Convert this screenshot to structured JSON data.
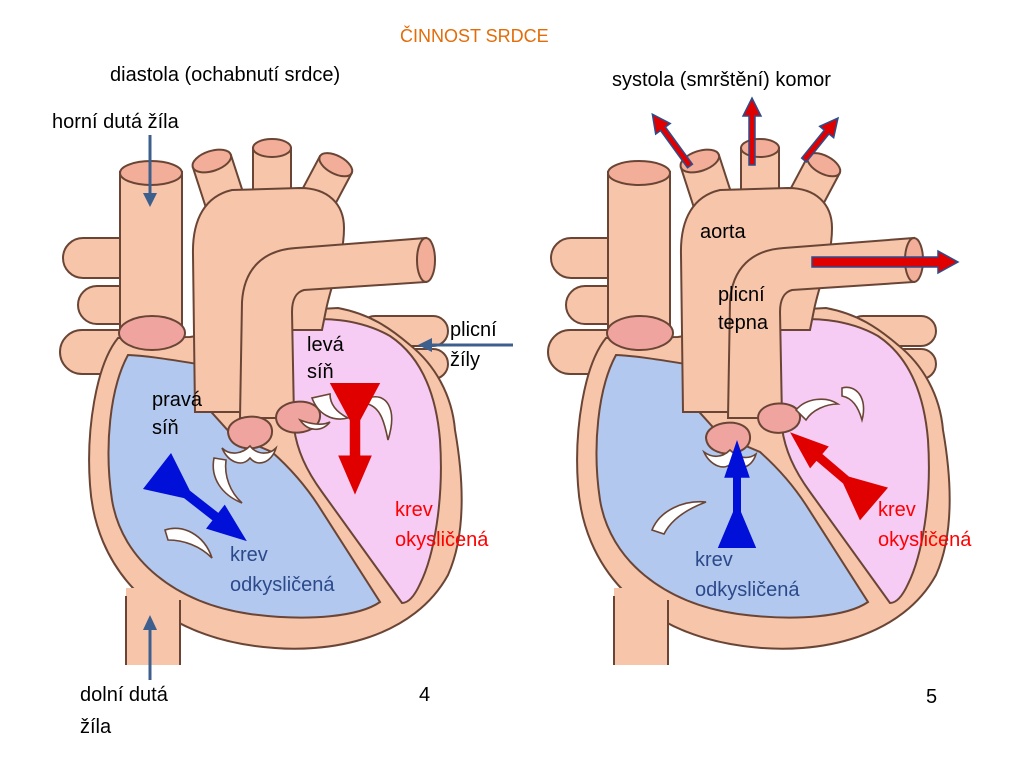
{
  "title": "ČINNOST SRDCE",
  "diastole": {
    "heading": "diastola (ochabnutí srdce)",
    "figure_number": "4",
    "superior_vena_cava": "horní dutá žíla",
    "pulmonary_veins": [
      "plicní",
      "žíly"
    ],
    "left_atrium": [
      "levá",
      "síň"
    ],
    "right_atrium": [
      "pravá",
      "síň"
    ],
    "oxygenated_blood": [
      "krev",
      "okysličená"
    ],
    "deoxygenated_blood": [
      "krev",
      "odkysličená"
    ],
    "inferior_vena_cava": [
      "dolní dutá",
      "žíla"
    ]
  },
  "systole": {
    "heading": "systola (smrštění) komor",
    "figure_number": "5",
    "aorta": "aorta",
    "pulmonary_artery": [
      "plicní",
      "tepna"
    ],
    "oxygenated_blood": [
      "krev",
      "okysličená"
    ],
    "deoxygenated_blood": [
      "krev",
      "odkysličená"
    ]
  },
  "colors": {
    "title": "#E36C09",
    "oxygenated_text": "#FF0000",
    "deoxygenated_text": "#2B4A8B",
    "heart_wall": "#F6C5AA",
    "right_heart_chambers": "#B3C8EE",
    "left_heart_chambers": "#F6CBF4",
    "valves": "#F0A4A0",
    "outline": "#6A4535",
    "oxygenated_flow_arrow": "#E00000",
    "deoxygenated_flow_arrow": "#0010D8",
    "vein_arrow": "#3D5F8E"
  }
}
